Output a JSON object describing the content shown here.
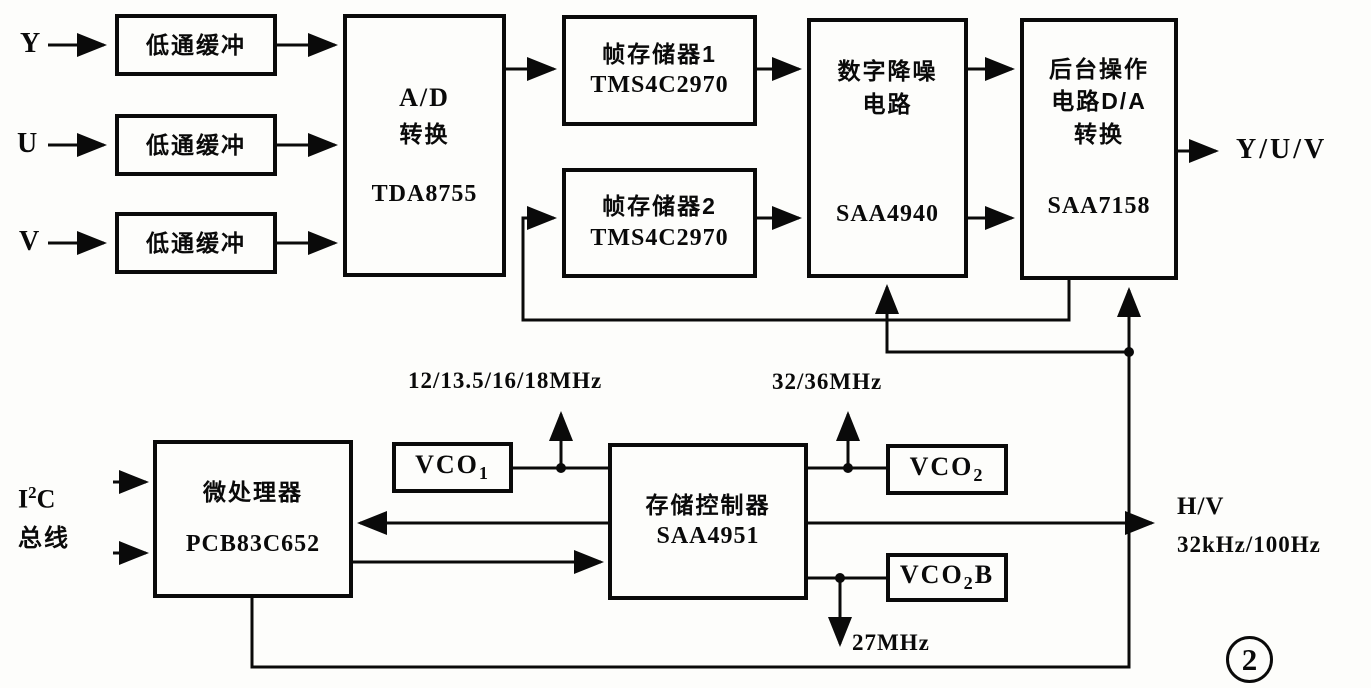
{
  "figure": {
    "number": "2"
  },
  "inputs": {
    "y": "Y",
    "u": "U",
    "v": "V"
  },
  "i2c_bus": {
    "base1": "I",
    "sup": "2",
    "base2": "C",
    "line2": "总线"
  },
  "blocks": {
    "lowpass1": {
      "label": "低通缓冲"
    },
    "lowpass2": {
      "label": "低通缓冲"
    },
    "lowpass3": {
      "label": "低通缓冲"
    },
    "adc": {
      "line1": "A/D",
      "line2": "转换",
      "chip": "TDA8755"
    },
    "frame_mem1": {
      "line1": "帧存储器1",
      "chip": "TMS4C2970"
    },
    "frame_mem2": {
      "line1": "帧存储器2",
      "chip": "TMS4C2970"
    },
    "noise_reduction": {
      "line1": "数字降噪",
      "line2": "电路",
      "chip": "SAA4940"
    },
    "backend_dac": {
      "line1": "后台操作",
      "line2": "电路D/A",
      "line3": "转换",
      "chip": "SAA7158"
    },
    "micro": {
      "line1": "微处理器",
      "chip": "PCB83C652"
    },
    "mem_controller": {
      "line1": "存储控制器",
      "chip": "SAA4951"
    },
    "vco1": {
      "base": "VCO",
      "sub": "1",
      "suffix": ""
    },
    "vco2": {
      "base": "VCO",
      "sub": "2",
      "suffix": ""
    },
    "vco2b": {
      "base": "VCO",
      "sub": "2",
      "suffix": "B"
    }
  },
  "labels": {
    "output_yuv": "Y/U/V",
    "clock_vco1": "12/13.5/16/18MHz",
    "clock_vco2": "32/36MHz",
    "clock_vco2b": "27MHz",
    "hv_output": "H/V",
    "hv_rate": "32kHz/100Hz"
  }
}
